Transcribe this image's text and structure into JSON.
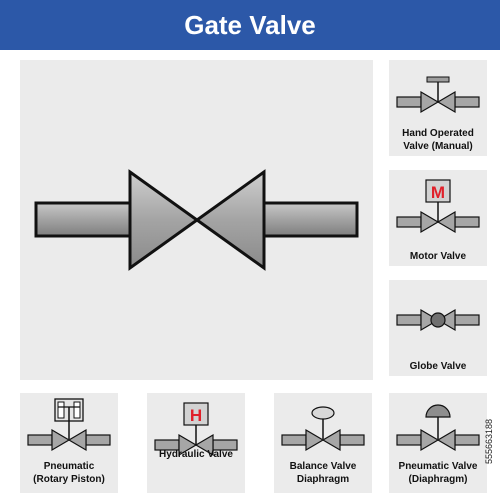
{
  "title": "Gate Valve",
  "stock_id": "555663188",
  "colors": {
    "banner": "#2c58a8",
    "panel": "#ebebeb",
    "body_fill": "#9e9e9e",
    "outline": "#111111",
    "motor_letter": "#e0202a",
    "hydraulic_letter": "#e0202a"
  },
  "symbols": [
    {
      "id": "hand-operated",
      "label_line1": "Hand Operated",
      "label_line2": "Valve (Manual)",
      "actuator": "handwheel-t-icon"
    },
    {
      "id": "motor",
      "label_line1": "Motor Valve",
      "label_line2": "",
      "actuator": "motor-box-icon",
      "letter": "M"
    },
    {
      "id": "globe",
      "label_line1": "Globe Valve",
      "label_line2": "",
      "actuator": "globe-ball-icon"
    },
    {
      "id": "pneumatic-rotary",
      "label_line1": "Pneumatic",
      "label_line2": "(Rotary Piston)",
      "actuator": "rotary-piston-icon"
    },
    {
      "id": "hydraulic",
      "label_line1": "Hydraulic Valve",
      "label_line2": "",
      "actuator": "hydraulic-box-icon",
      "letter": "H"
    },
    {
      "id": "balance",
      "label_line1": "Balance Valve",
      "label_line2": "Diaphragm",
      "actuator": "oval-diaphragm-icon"
    },
    {
      "id": "pneumatic-diaphragm",
      "label_line1": "Pneumatic Valve",
      "label_line2": "(Diaphragm)",
      "actuator": "dome-diaphragm-icon"
    }
  ]
}
